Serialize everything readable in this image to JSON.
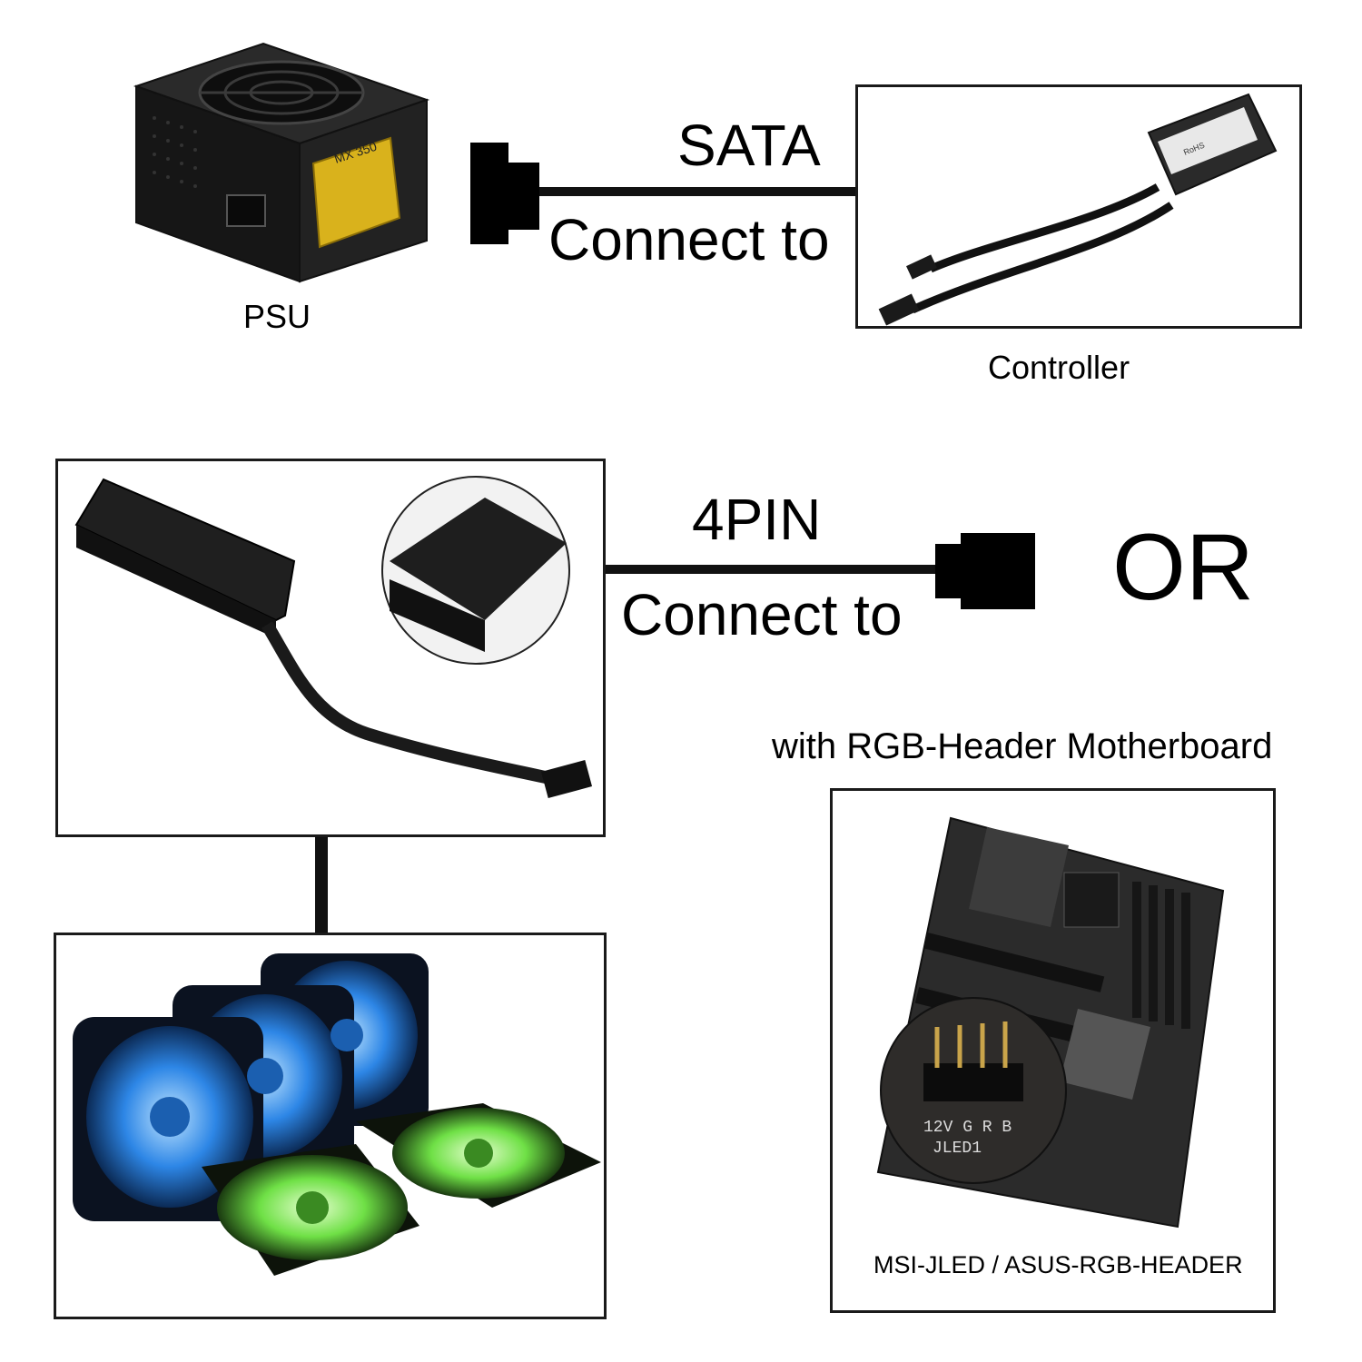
{
  "psu": {
    "label": "PSU",
    "model_text": "MX 350"
  },
  "sata": {
    "connector_label": "SATA",
    "connect_text": "Connect to"
  },
  "controller": {
    "label": "Controller",
    "sticker_text": "RoHS"
  },
  "pin4": {
    "connector_label": "4PIN",
    "connect_text": "Connect to"
  },
  "or_text": "OR",
  "motherboard": {
    "caption": "with RGB-Header Motherboard",
    "header_pins": "12V G R B",
    "header_name": "JLED1",
    "bottom_label": "MSI-JLED / ASUS-RGB-HEADER"
  },
  "colors": {
    "fan_blue": "#1e78e0",
    "fan_green": "#5fe04a",
    "line": "#111111"
  }
}
